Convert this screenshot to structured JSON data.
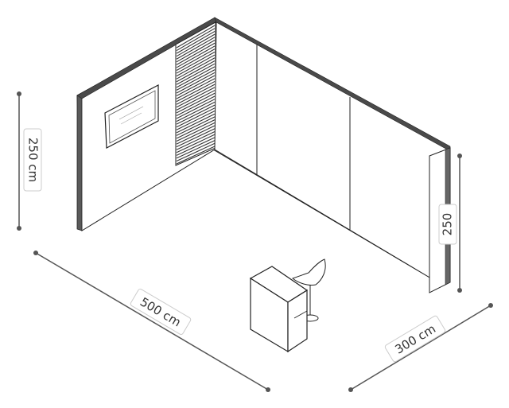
{
  "dimensions": {
    "height_left": "250 cm",
    "height_right": "250",
    "width": "500 cm",
    "depth": "300 cm"
  },
  "colors": {
    "line": "#222222",
    "dim_line": "#555555",
    "wall": "#ffffff",
    "frame": "#3a3a3a",
    "label_border": "#cccccc"
  }
}
